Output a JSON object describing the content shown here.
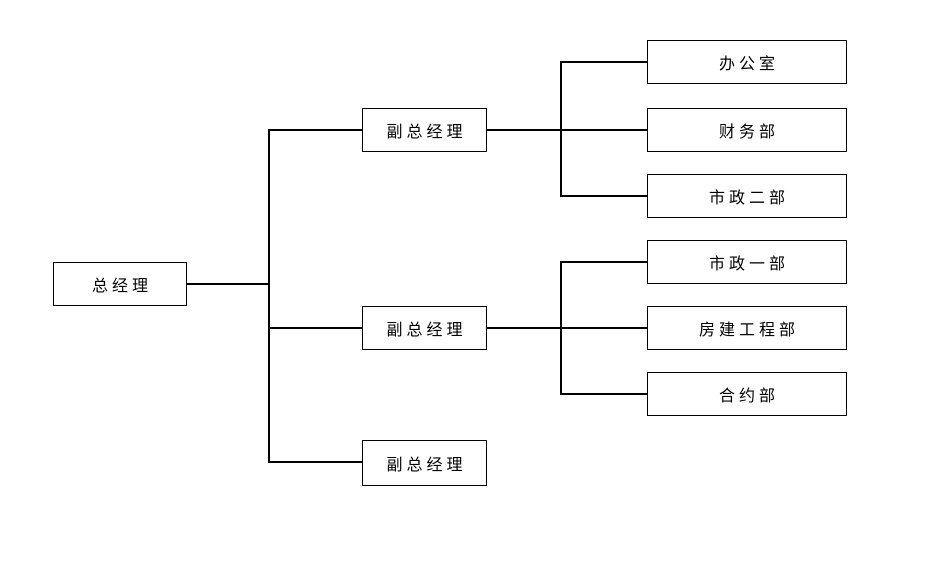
{
  "colors": {
    "background": "#ffffff",
    "box_border": "#000000",
    "connector_line": "#000000",
    "text": "#000000"
  },
  "org_chart": {
    "type": "organization-chart",
    "root": {
      "label": "总经理"
    },
    "deputies": [
      {
        "label": "副总经理"
      },
      {
        "label": "副总经理"
      },
      {
        "label": "副总经理"
      }
    ],
    "departments_group1": [
      {
        "label": "办公室"
      },
      {
        "label": "财务部"
      },
      {
        "label": "市政二部"
      }
    ],
    "departments_group2": [
      {
        "label": "市政一部"
      },
      {
        "label": "房建工程部"
      },
      {
        "label": "合约部"
      }
    ]
  }
}
